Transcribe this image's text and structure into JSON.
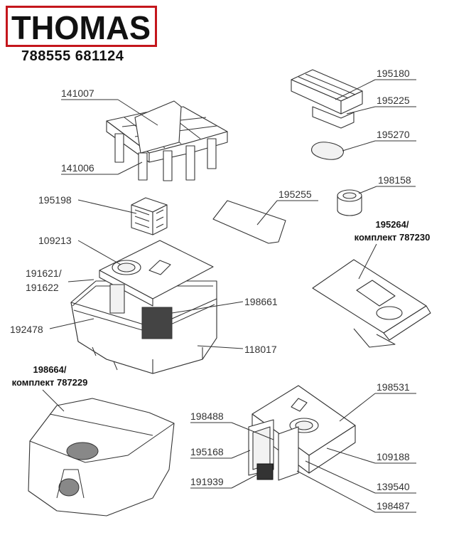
{
  "brand": {
    "logo_text": "THOMAS",
    "logo_color": "#c4161c",
    "subtitle": "788555 681124"
  },
  "parts": {
    "p141007": "141007",
    "p141006": "141006",
    "p195180": "195180",
    "p195225": "195225",
    "p195270": "195270",
    "p198158": "198158",
    "p195198": "195198",
    "p195255": "195255",
    "p195264_a": "195264/",
    "p195264_b": "комплект 787230",
    "p109213": "109213",
    "p191621_a": "191621/",
    "p191621_b": "191622",
    "p198661": "198661",
    "p192478": "192478",
    "p118017": "118017",
    "p198664_a": "198664/",
    "p198664_b": "комплект 787229",
    "p198531": "198531",
    "p198488": "198488",
    "p195168": "195168",
    "p109188": "109188",
    "p191939": "191939",
    "p139540": "139540",
    "p198487": "198487"
  }
}
